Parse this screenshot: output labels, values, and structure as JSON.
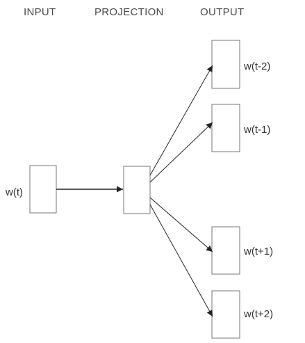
{
  "headers": {
    "input": "INPUT",
    "projection": "PROJECTION",
    "output": "OUTPUT"
  },
  "nodes": {
    "input": "w(t)",
    "outputs": [
      "w(t-2)",
      "w(t-1)",
      "w(t+1)",
      "w(t+2)"
    ]
  },
  "colors": {
    "line": "#222222",
    "box_border": "#777777",
    "text": "#333333"
  }
}
